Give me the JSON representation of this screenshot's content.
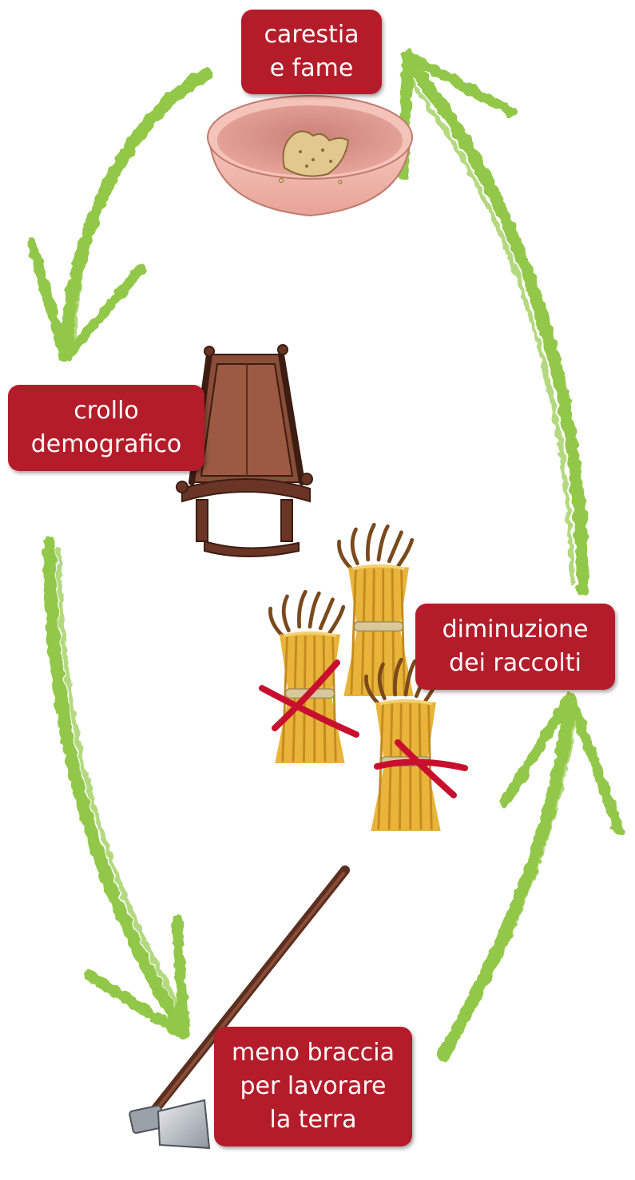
{
  "labels": {
    "famine": {
      "line1": "carestia",
      "line2": "e fame"
    },
    "demographic": {
      "line1": "crollo",
      "line2": "demografico"
    },
    "harvest": {
      "line1": "diminuzione",
      "line2": "dei raccolti"
    },
    "arms": {
      "line1": "meno braccia",
      "line2": "per lavorare",
      "line3": "la terra"
    }
  },
  "colors": {
    "arrow": "#8dc63f",
    "label_bg": "#b51c2a",
    "label_text": "#ffffff",
    "cross": "#c8102e",
    "wood": "#6b3526",
    "wheat": "#e8b43a",
    "bowl": "#eeb3a8"
  },
  "icons": [
    "arrow-icon",
    "bowl-icon",
    "bread-icon",
    "cradle-icon",
    "wheat-sheaf-icon",
    "cross-mark-icon",
    "hoe-icon"
  ]
}
